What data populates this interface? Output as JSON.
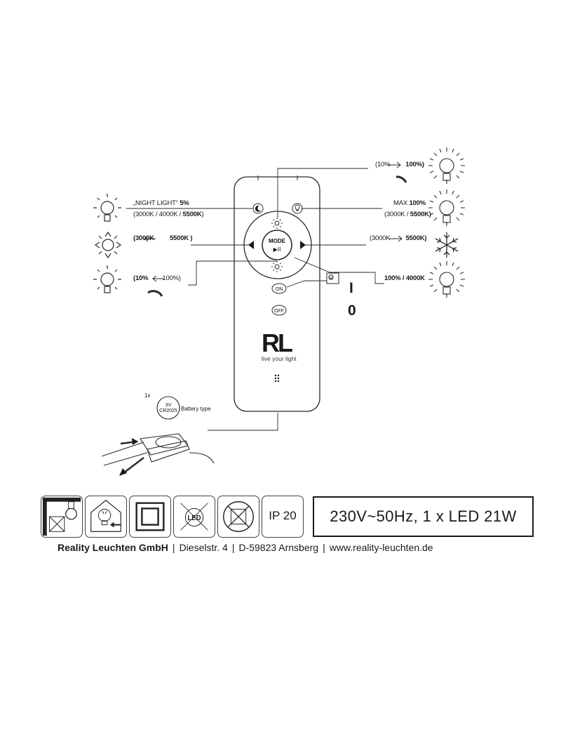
{
  "remote": {
    "mode_label": "MODE",
    "play_pause_symbol": "▶II",
    "on_label": "ON",
    "off_label": "OFF",
    "on_mark": "I",
    "off_mark": "0",
    "brand_logo": "RL",
    "brand_tagline": "live your light"
  },
  "left_labels": {
    "night_light_prefix": "„NIGHT LIGHT“",
    "night_light_value": "5%",
    "night_light_temps_plain": "(3000K / 4000K / ",
    "night_light_temps_bold": "5500K",
    "night_light_temps_end": ")",
    "warm_start": "(3000K",
    "warm_end": "5500K )",
    "dim_start": "(10%",
    "dim_end": "100%)"
  },
  "right_labels": {
    "top_start": "(10%",
    "top_end": "100%)",
    "max_prefix": "MAX",
    "max_value": "100%",
    "max_temps_plain": "(3000K /",
    "max_temps_bold": "5500K)",
    "cool_start": "(3000K",
    "cool_end": "5500K)",
    "full_value": "100% / 4000K"
  },
  "battery": {
    "quantity": "1x",
    "voltage": "3V",
    "model": "CR2025",
    "type_label": "Battery type"
  },
  "icons": [
    "ceiling-mount-icon",
    "bulb-replace-icon",
    "protection-class-ii-icon",
    "led-not-replaceable-icon",
    "no-insulation-cover-icon",
    "ip20-icon"
  ],
  "ip_rating": "IP 20",
  "spec": "230V~50Hz, 1 x LED  21W",
  "footer": {
    "company": "Reality Leuchten GmbH",
    "street": "Dieselstr. 4",
    "city": "D-59823 Arnsberg",
    "website": "www.reality-leuchten.de",
    "separator": "|"
  }
}
